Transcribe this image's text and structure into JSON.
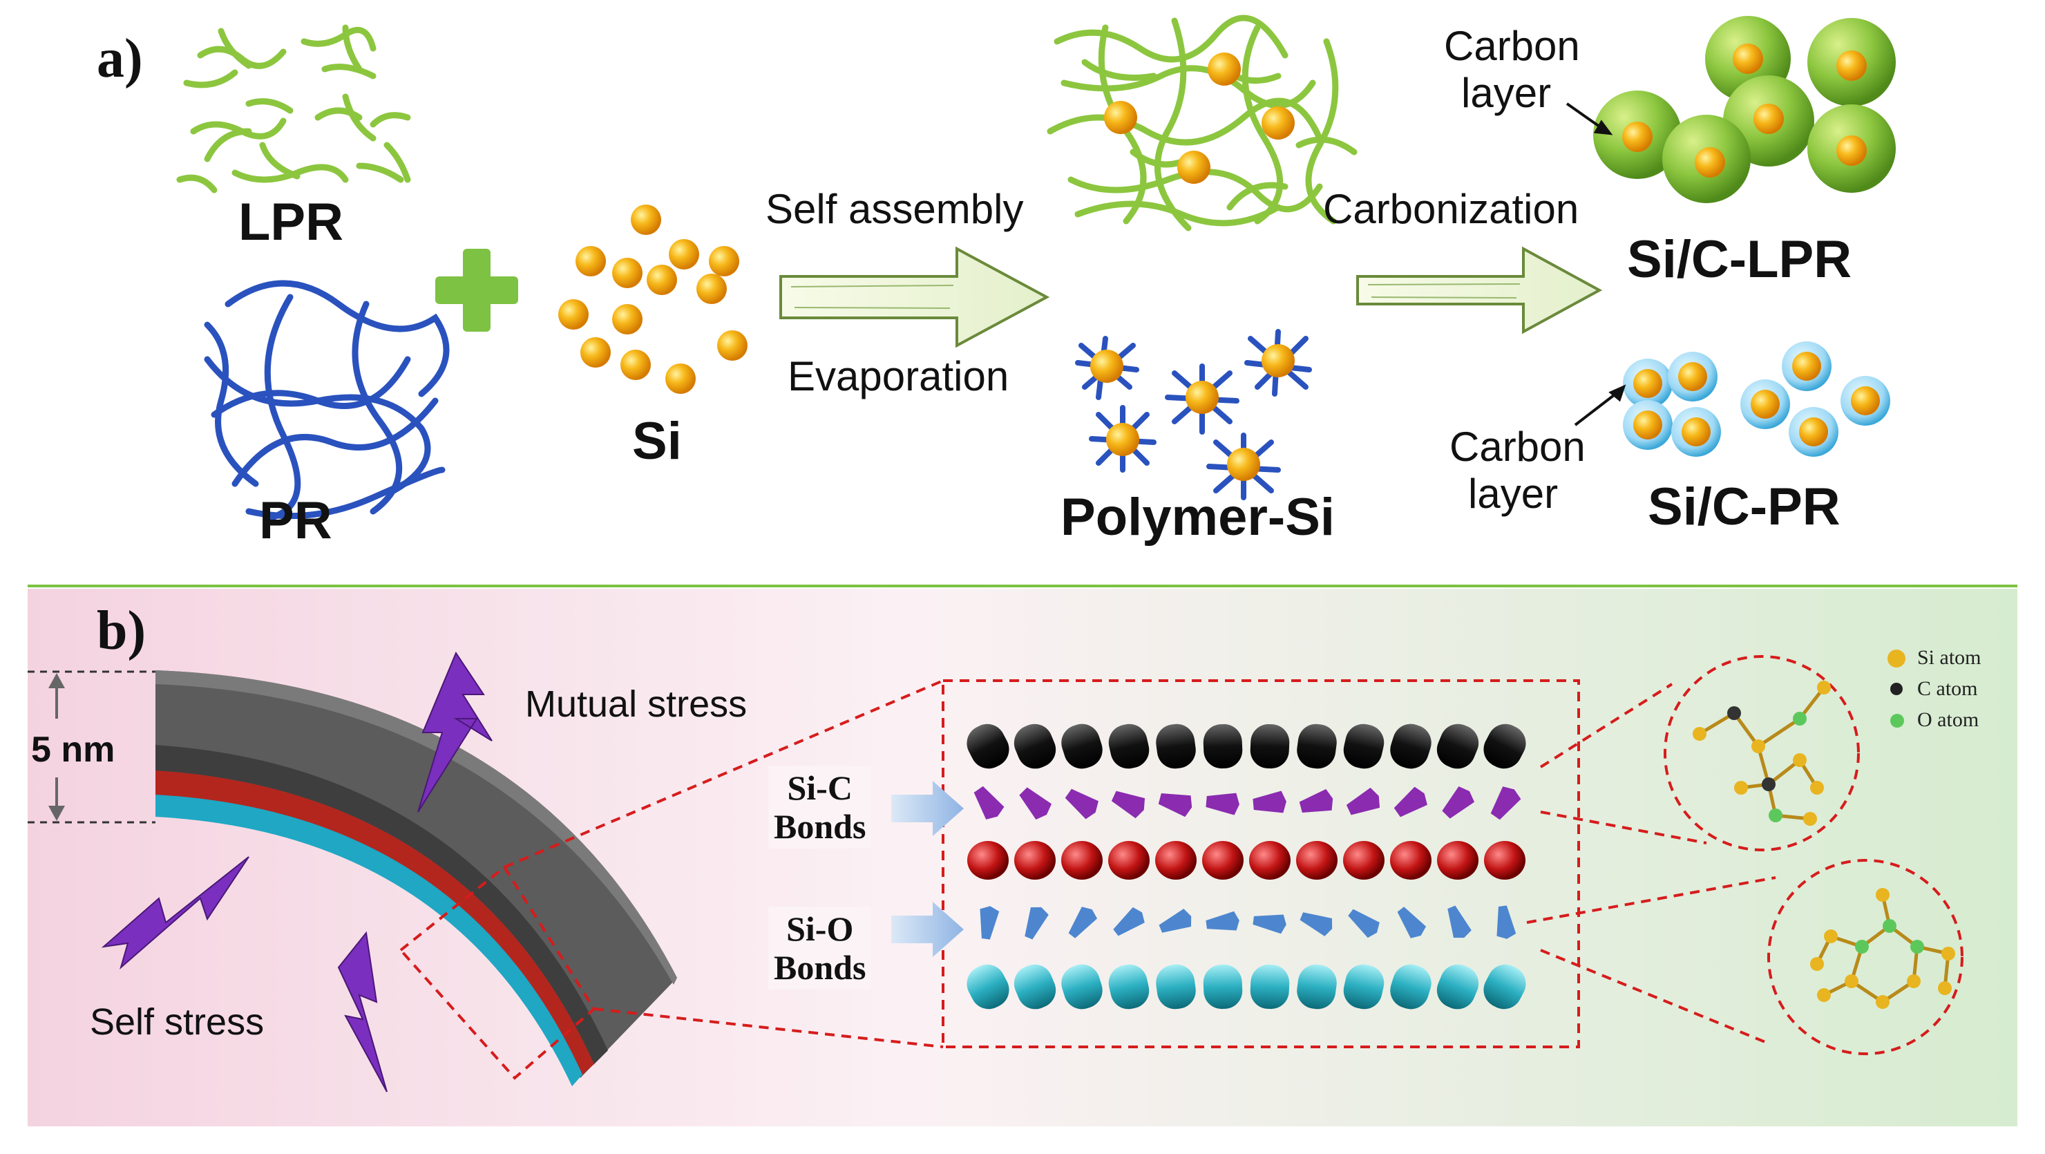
{
  "panel_a": {
    "label": "a)",
    "lpr": "LPR",
    "pr": "PR",
    "si": "Si",
    "self_assembly": "Self assembly",
    "evaporation": "Evaporation",
    "carbonization": "Carbonization",
    "polymer_si": "Polymer-Si",
    "carbon_layer_top_1": "Carbon",
    "carbon_layer_top_2": "layer",
    "carbon_layer_bottom_1": "Carbon",
    "carbon_layer_bottom_2": "layer",
    "si_c_lpr": "Si/C-LPR",
    "si_c_pr": "Si/C-PR"
  },
  "panel_b": {
    "label": "b)",
    "thickness": "5 nm",
    "mutual_stress": "Mutual stress",
    "self_stress": "Self stress",
    "si_c_bonds_1": "Si-C",
    "si_c_bonds_2": "Bonds",
    "si_o_bonds_1": "Si-O",
    "si_o_bonds_2": "Bonds",
    "legend": [
      {
        "label": "Si atom",
        "color": "#e8b420"
      },
      {
        "label": "C atom",
        "color": "#222222"
      },
      {
        "label": "O atom",
        "color": "#5cc85c"
      }
    ]
  },
  "colors": {
    "lpr_green": "#8cc63f",
    "pr_blue": "#2a52be",
    "si_orange": "#f5a800",
    "stress_purple": "#7b2fbe",
    "dashed_red": "#d61c1c"
  }
}
